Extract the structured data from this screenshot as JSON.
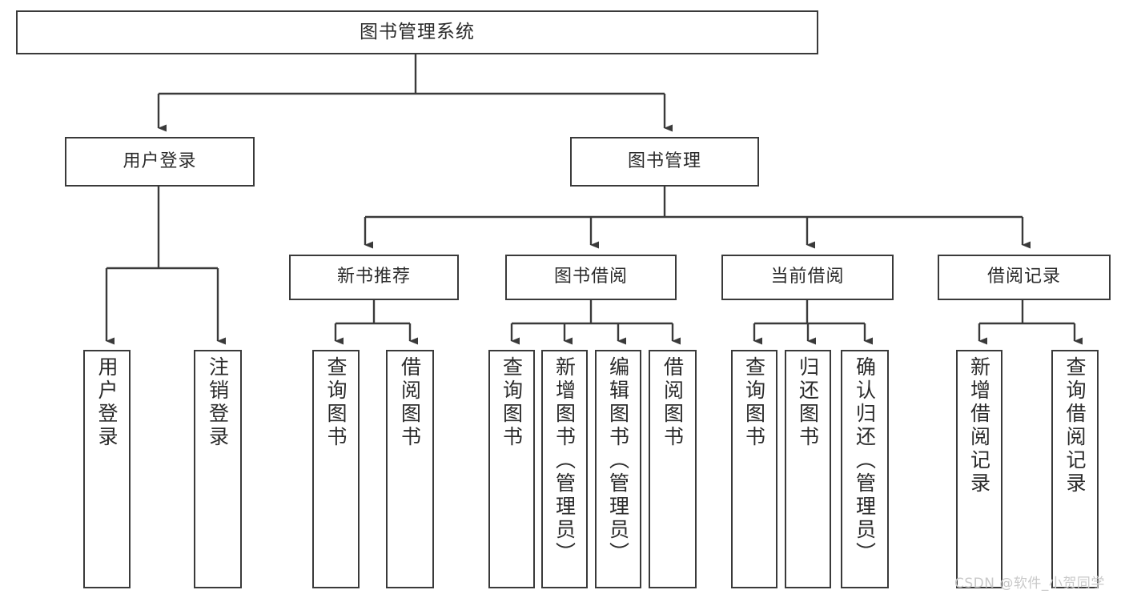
{
  "diagram": {
    "title": "图书管理系统",
    "type": "tree-hierarchy-diagram",
    "root": {
      "label": "图书管理系统"
    },
    "level1": [
      {
        "label": "用户登录"
      },
      {
        "label": "图书管理"
      }
    ],
    "level2": [
      {
        "label": "新书推荐"
      },
      {
        "label": "图书借阅"
      },
      {
        "label": "当前借阅"
      },
      {
        "label": "借阅记录"
      }
    ],
    "leaves": {
      "user_login": [
        {
          "label": "用户登录"
        },
        {
          "label": "注销登录"
        }
      ],
      "new_book_recommend": [
        {
          "label": "查询图书"
        },
        {
          "label": "借阅图书"
        }
      ],
      "book_borrow": [
        {
          "label": "查询图书"
        },
        {
          "label": "新增图书（管理员）"
        },
        {
          "label": "编辑图书（管理员）"
        },
        {
          "label": "借阅图书"
        }
      ],
      "current_borrow": [
        {
          "label": "查询图书"
        },
        {
          "label": "归还图书"
        },
        {
          "label": "确认归还（管理员）"
        }
      ],
      "borrow_record": [
        {
          "label": "新增借阅记录"
        },
        {
          "label": "查询借阅记录"
        }
      ]
    }
  },
  "watermark": {
    "text": "CSDN @软件_小贺同学"
  },
  "colors": {
    "stroke": "#3a3a3a",
    "text": "#2b2b2b",
    "background": "#ffffff",
    "watermark": "#c9c9c9"
  }
}
